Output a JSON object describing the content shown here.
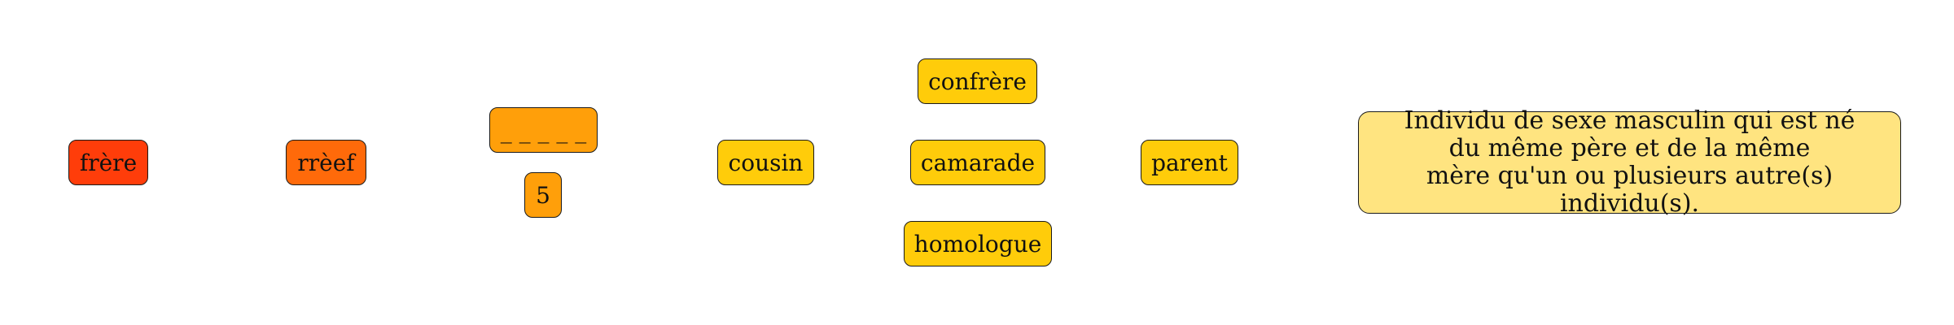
{
  "word": {
    "text": "frère",
    "color": "#FF3D0A"
  },
  "anagram": {
    "text": "rrèef",
    "color": "#FF6A0A"
  },
  "blanks": {
    "text": "_ _ _ _ _",
    "color": "#FF9F0A"
  },
  "letter_count": {
    "text": "5",
    "color": "#FF9F0A"
  },
  "related_words": [
    {
      "text": "cousin",
      "color": "#FFCC0A"
    },
    {
      "text": "confrère",
      "color": "#FFCC0A"
    },
    {
      "text": "camarade",
      "color": "#FFCC0A"
    },
    {
      "text": "homologue",
      "color": "#FFCC0A"
    },
    {
      "text": "parent",
      "color": "#FFCC0A"
    }
  ],
  "definition": {
    "text": "Individu de sexe masculin qui est né\ndu même père et de la même\n mère qu'un ou plusieurs autre(s) individu(s).",
    "color": "#FFE480"
  }
}
